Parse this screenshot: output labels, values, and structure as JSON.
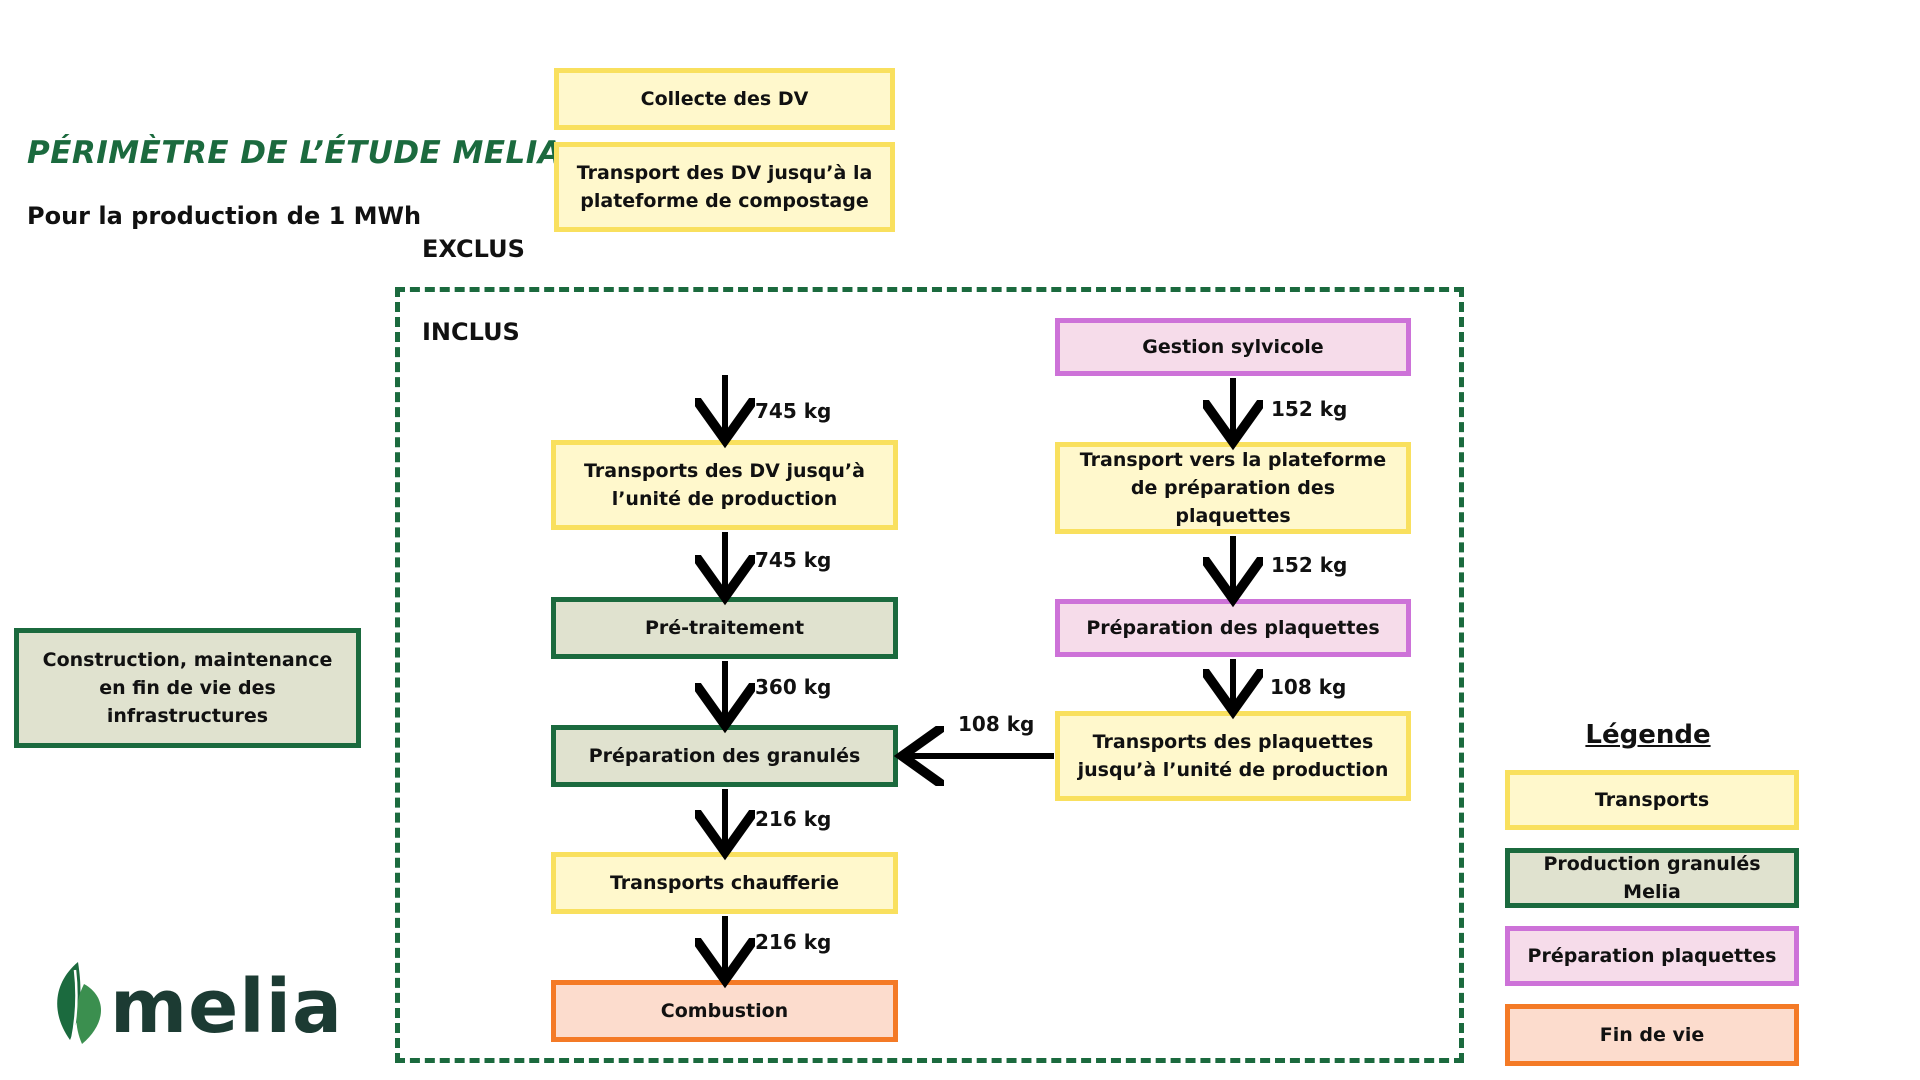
{
  "header": {
    "title": "PÉRIMÈTRE DE L’ÉTUDE MELIA",
    "subtitle": "Pour la production de 1 MWh"
  },
  "zones": {
    "excluded_label": "EXCLUS",
    "included_label": "INCLUS"
  },
  "excluded_boxes": {
    "collecte": "Collecte des DV",
    "transport_compostage": "Transport des DV jusqu’à la plateforme de compostage",
    "infrastructures": "Construction, maintenance en fin de vie des infrastructures"
  },
  "flow": {
    "left_chain": {
      "input_qty": "745 kg",
      "transports_dv": "Transports des DV jusqu’à l’unité de production",
      "qty_after_transport": "745 kg",
      "pretraitement": "Pré-traitement",
      "qty_after_pretraitement": "360 kg",
      "granules": "Préparation des granulés",
      "qty_after_granules": "216 kg",
      "transports_chaufferie": "Transports chaufferie",
      "qty_after_chaufferie": "216 kg",
      "combustion": "Combustion"
    },
    "right_chain": {
      "gestion": "Gestion sylvicole",
      "qty_after_gestion": "152 kg",
      "transport_plateforme": "Transport vers la plateforme de préparation des plaquettes",
      "qty_after_transport": "152 kg",
      "preparation": "Préparation des plaquettes",
      "qty_after_preparation": "108 kg",
      "transports_plaquettes": "Transports des plaquettes jusqu’à l’unité de production",
      "qty_to_granules": "108 kg"
    }
  },
  "legend": {
    "title": "Légende",
    "items": [
      {
        "label": "Transports",
        "category": "transport",
        "fill": "#fff8cc",
        "border": "#f9e05e"
      },
      {
        "label": "Production granulés Melia",
        "category": "production",
        "fill": "#e0e2cf",
        "border": "#1b6a3e"
      },
      {
        "label": "Préparation plaquettes",
        "category": "plaquettes",
        "fill": "#f6dcea",
        "border": "#cd72d8"
      },
      {
        "label": "Fin de vie",
        "category": "findevie",
        "fill": "#fcdccd",
        "border": "#f47a26"
      }
    ]
  },
  "logo": {
    "text": "melia",
    "icon": "leaf-icon",
    "brand_color": "#1b6a3e"
  },
  "colors": {
    "accent_green": "#1b6a3e",
    "arrow": "#000000"
  }
}
